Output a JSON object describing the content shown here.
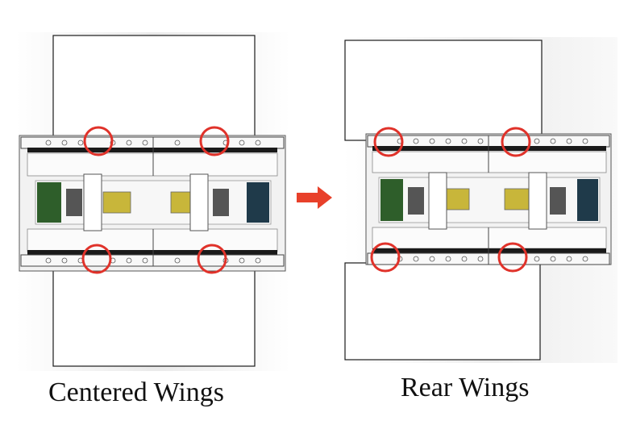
{
  "captions": {
    "left": "Centered Wings",
    "right": "Rear Wings"
  },
  "colors": {
    "highlight_circle": "#e0322a",
    "arrow": "#e8402a",
    "wing": "#ffffff",
    "wing_outline": "#1a1a1a",
    "chassis_rail": "#1a1a1a",
    "chassis_body": "#f4f4f4",
    "pcb_green": "#2e5e2a",
    "pcb_dark": "#1f3a4a",
    "motor_yellow": "#c8b63a",
    "background_shade": "#e2e2e2"
  },
  "panels": [
    {
      "id": "left",
      "label_ref": "captions.left",
      "wing_position": "centered",
      "highlight_count": 4
    },
    {
      "id": "right",
      "label_ref": "captions.right",
      "wing_position": "rear",
      "highlight_count": 4
    }
  ]
}
